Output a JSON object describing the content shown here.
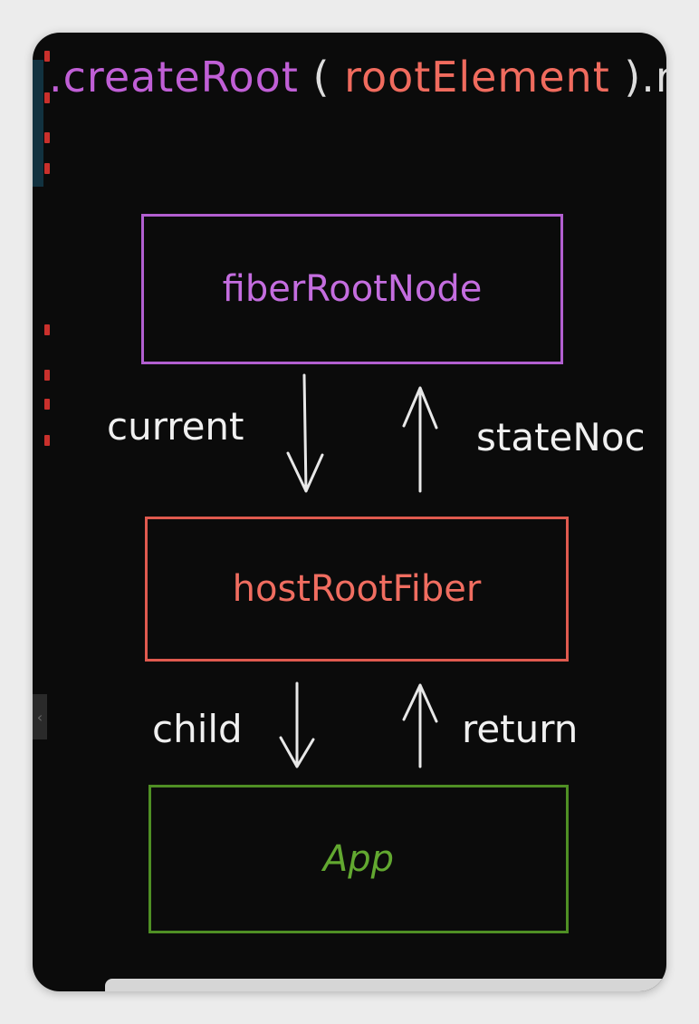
{
  "code": {
    "prefix": ".createRoot",
    "open_paren": " (",
    "argument": "rootElement",
    "suffix": " ).r"
  },
  "nodes": {
    "fiber_root": "fiberRootNode",
    "host_root": "hostRootFiber",
    "app": "App"
  },
  "edges": {
    "current": "current",
    "state_node": "stateNoc",
    "child": "child",
    "return": "return"
  },
  "colors": {
    "fiber_root": "#b25fd0",
    "host_root": "#e05a4f",
    "app": "#4f8f24",
    "background": "#0b0b0b"
  }
}
